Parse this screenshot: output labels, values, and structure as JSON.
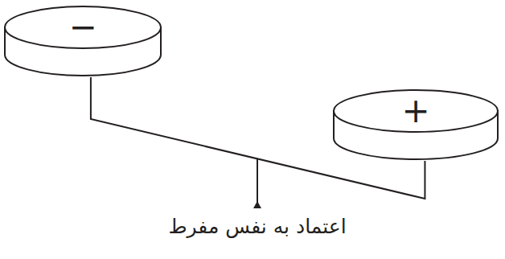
{
  "diagram": {
    "nodes": [
      {
        "text": [
          "−"
        ]
      },
      {
        "text": [
          "+"
        ]
      }
    ],
    "edges": [
      {
        "from": 0,
        "to": 1,
        "arrow": "none"
      }
    ],
    "labels": [
      "اعتماد به نفس مفرط"
    ]
  }
}
